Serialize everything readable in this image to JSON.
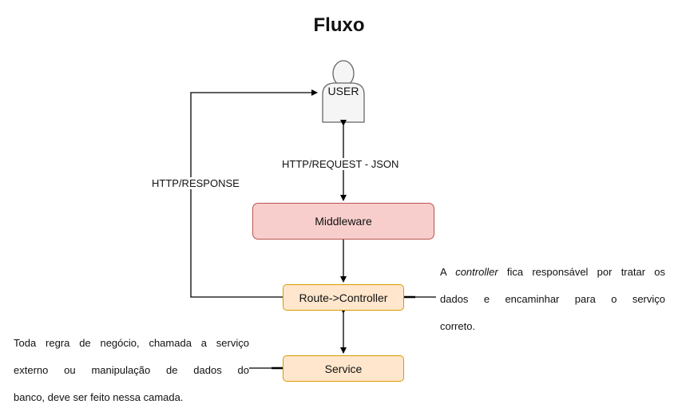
{
  "title": "Fluxo",
  "user": {
    "label": "USER"
  },
  "edges": {
    "request": "HTTP/REQUEST - JSON",
    "response": "HTTP/RESPONSE"
  },
  "nodes": {
    "middleware": "Middleware",
    "controller": "Route->Controller",
    "service": "Service"
  },
  "notes": {
    "controller": {
      "prefix": "A ",
      "emphasis": "controller",
      "line1_rest": " fica responsável por tratar os",
      "line2": "dados e encaminhar para o serviço",
      "line3": "correto."
    },
    "service": {
      "line1": "Toda regra de negócio, chamada a serviço",
      "line2": "externo ou manipulação de dados do",
      "line3": "banco, deve ser feito nessa camada."
    }
  }
}
